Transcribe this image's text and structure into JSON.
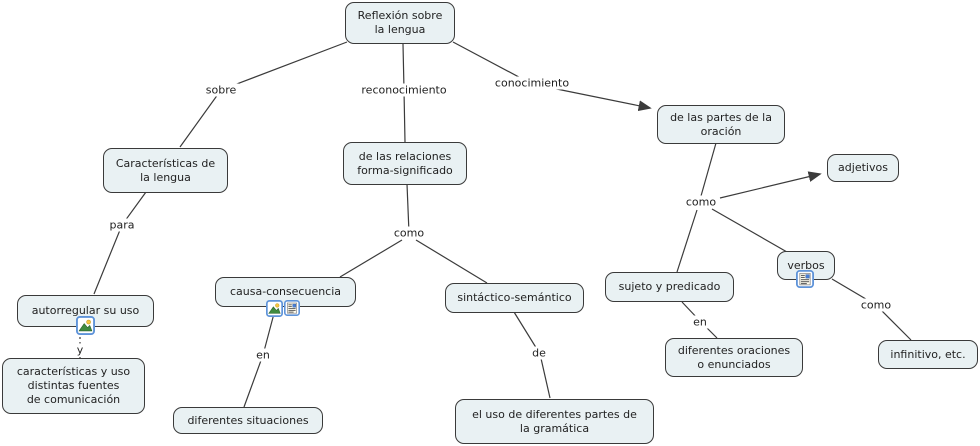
{
  "map": {
    "concepts": [
      {
        "id": "reflexion",
        "label": "Reflexión sobre\nla lengua"
      },
      {
        "id": "caracteristicas-lengua",
        "label": "Características de\nla lengua"
      },
      {
        "id": "relaciones-forma",
        "label": "de las relaciones\nforma-significado"
      },
      {
        "id": "partes-oracion",
        "label": "de las partes de la\noración"
      },
      {
        "id": "autorregular-uso",
        "label": "autorregular su uso"
      },
      {
        "id": "caracteristicas-fuentes",
        "label": "características y uso\ndistintas fuentes\nde comunicación"
      },
      {
        "id": "causa-consecuencia",
        "label": "causa-consecuencia"
      },
      {
        "id": "sintactico-semantico",
        "label": "sintáctico-semántico"
      },
      {
        "id": "diferentes-situaciones",
        "label": "diferentes situaciones"
      },
      {
        "id": "uso-partes-gramatica",
        "label": "el uso de diferentes partes de\nla gramática"
      },
      {
        "id": "sujeto-predicado",
        "label": "sujeto y predicado"
      },
      {
        "id": "diferentes-oraciones",
        "label": "diferentes oraciones\no enunciados"
      },
      {
        "id": "adjetivos",
        "label": "adjetivos"
      },
      {
        "id": "verbos",
        "label": "verbos"
      },
      {
        "id": "infinitivo",
        "label": "infinitivo, etc."
      }
    ],
    "links": [
      {
        "id": "sobre",
        "label": "sobre"
      },
      {
        "id": "reconocimiento",
        "label": "reconocimiento"
      },
      {
        "id": "conocimiento",
        "label": "conocimiento"
      },
      {
        "id": "para",
        "label": "para"
      },
      {
        "id": "como-centro",
        "label": "como"
      },
      {
        "id": "en-izquierda",
        "label": "en"
      },
      {
        "id": "de",
        "label": "de"
      },
      {
        "id": "como-derecha",
        "label": "como"
      },
      {
        "id": "en-derecha",
        "label": "en"
      },
      {
        "id": "como-extremo",
        "label": "como"
      },
      {
        "id": "y",
        "label": "y"
      }
    ],
    "resource_icons": [
      {
        "id": "autorregular-image",
        "type": "image-resource-icon"
      },
      {
        "id": "causa-image",
        "type": "image-resource-icon"
      },
      {
        "id": "causa-document",
        "type": "document-resource-icon"
      },
      {
        "id": "verbos-document",
        "type": "document-resource-icon"
      }
    ],
    "colors": {
      "node_fill": "#e9f1f3",
      "node_border": "#3a3a3a",
      "line": "#3b3b3b",
      "text": "#1f1f1f",
      "icon_border": "#5e93d9",
      "background": "#ffffff"
    }
  }
}
